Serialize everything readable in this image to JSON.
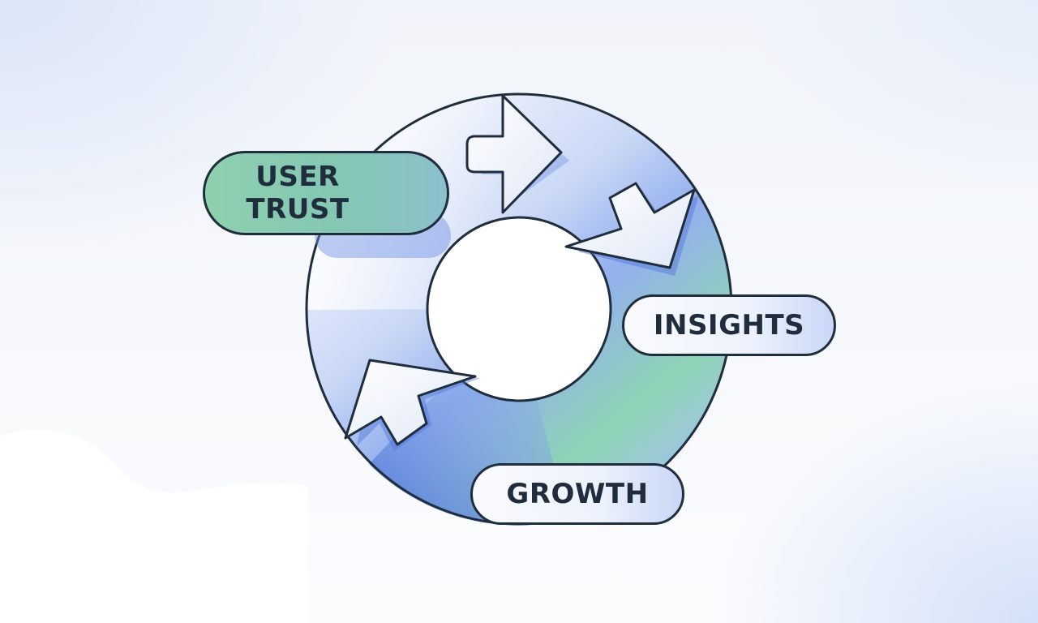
{
  "diagram": {
    "type": "cycle",
    "nodes": [
      {
        "id": "user-trust",
        "label_line1": "USER",
        "label_line2": "TRUST"
      },
      {
        "id": "insights",
        "label": "INSIGHTS"
      },
      {
        "id": "growth",
        "label": "GROWTH"
      }
    ],
    "flow": "clockwise",
    "colors": {
      "outline": "#1f2d3d",
      "ring_blue": "#5f84e0",
      "ring_green": "#8fd4b4",
      "ring_light": "#eef2fb",
      "pill_green": "#8fd0ae",
      "pill_light": "#eef3fc"
    }
  }
}
